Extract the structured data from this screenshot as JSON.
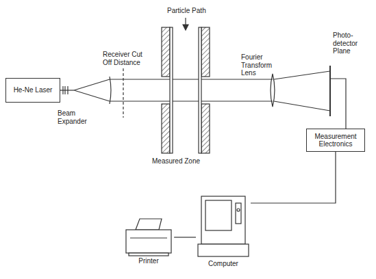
{
  "diagram": {
    "nodes": [
      {
        "text": [
          "He-Ne Laser"
        ]
      },
      {
        "text": [
          "Measurement Electronics"
        ]
      },
      {
        "text": [
          "Printer"
        ]
      },
      {
        "text": [
          "Computer"
        ]
      }
    ],
    "edges": [
      {
        "from": 1,
        "to": 3,
        "arrow": "none"
      },
      {
        "from": 2,
        "to": 3,
        "arrow": "none"
      }
    ],
    "labels": [
      "Particle Path",
      "Receiver Cut Off Distance",
      "Beam Expander",
      "Measured Zone",
      "Fourier Transform Lens",
      "Photo-detector Plane"
    ]
  }
}
